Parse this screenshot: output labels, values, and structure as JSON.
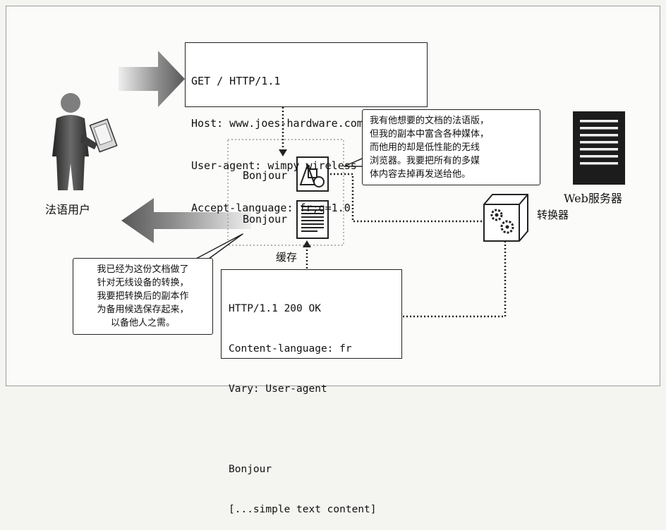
{
  "request": {
    "lines": [
      "GET / HTTP/1.1",
      "Host: www.joes-hardware.com",
      "User-agent: wimpy wireless device",
      "Accept-language: fr;q=1.0"
    ]
  },
  "server_note": {
    "lines": [
      "我有他想要的文档的法语版，",
      "但我的副本中富含各种媒体，",
      "而他用的却是低性能的无线",
      "浏览器。我要把所有的多媒",
      "体内容去掉再发送给他。"
    ]
  },
  "cache_note": {
    "lines": [
      "我已经为这份文档做了",
      "针对无线设备的转换，",
      "我要把转换后的副本作",
      "为备用候选保存起来，",
      "以备他人之需。"
    ]
  },
  "response": {
    "lines": [
      "HTTP/1.1 200 OK",
      "Content-language: fr",
      "Vary: User-agent",
      "",
      "Bonjour",
      "[...simple text content]"
    ]
  },
  "labels": {
    "user": "法语用户",
    "cache": "缓存",
    "server": "Web服务器",
    "converter": "转换器",
    "bonjour_rich": "Bonjour",
    "bonjour_text": "Bonjour"
  },
  "icons": {
    "user": "user-with-tablet-icon",
    "server": "server-icon",
    "converter": "gears-icon",
    "rich_doc": "shapes-document-icon",
    "text_doc": "text-document-icon"
  }
}
